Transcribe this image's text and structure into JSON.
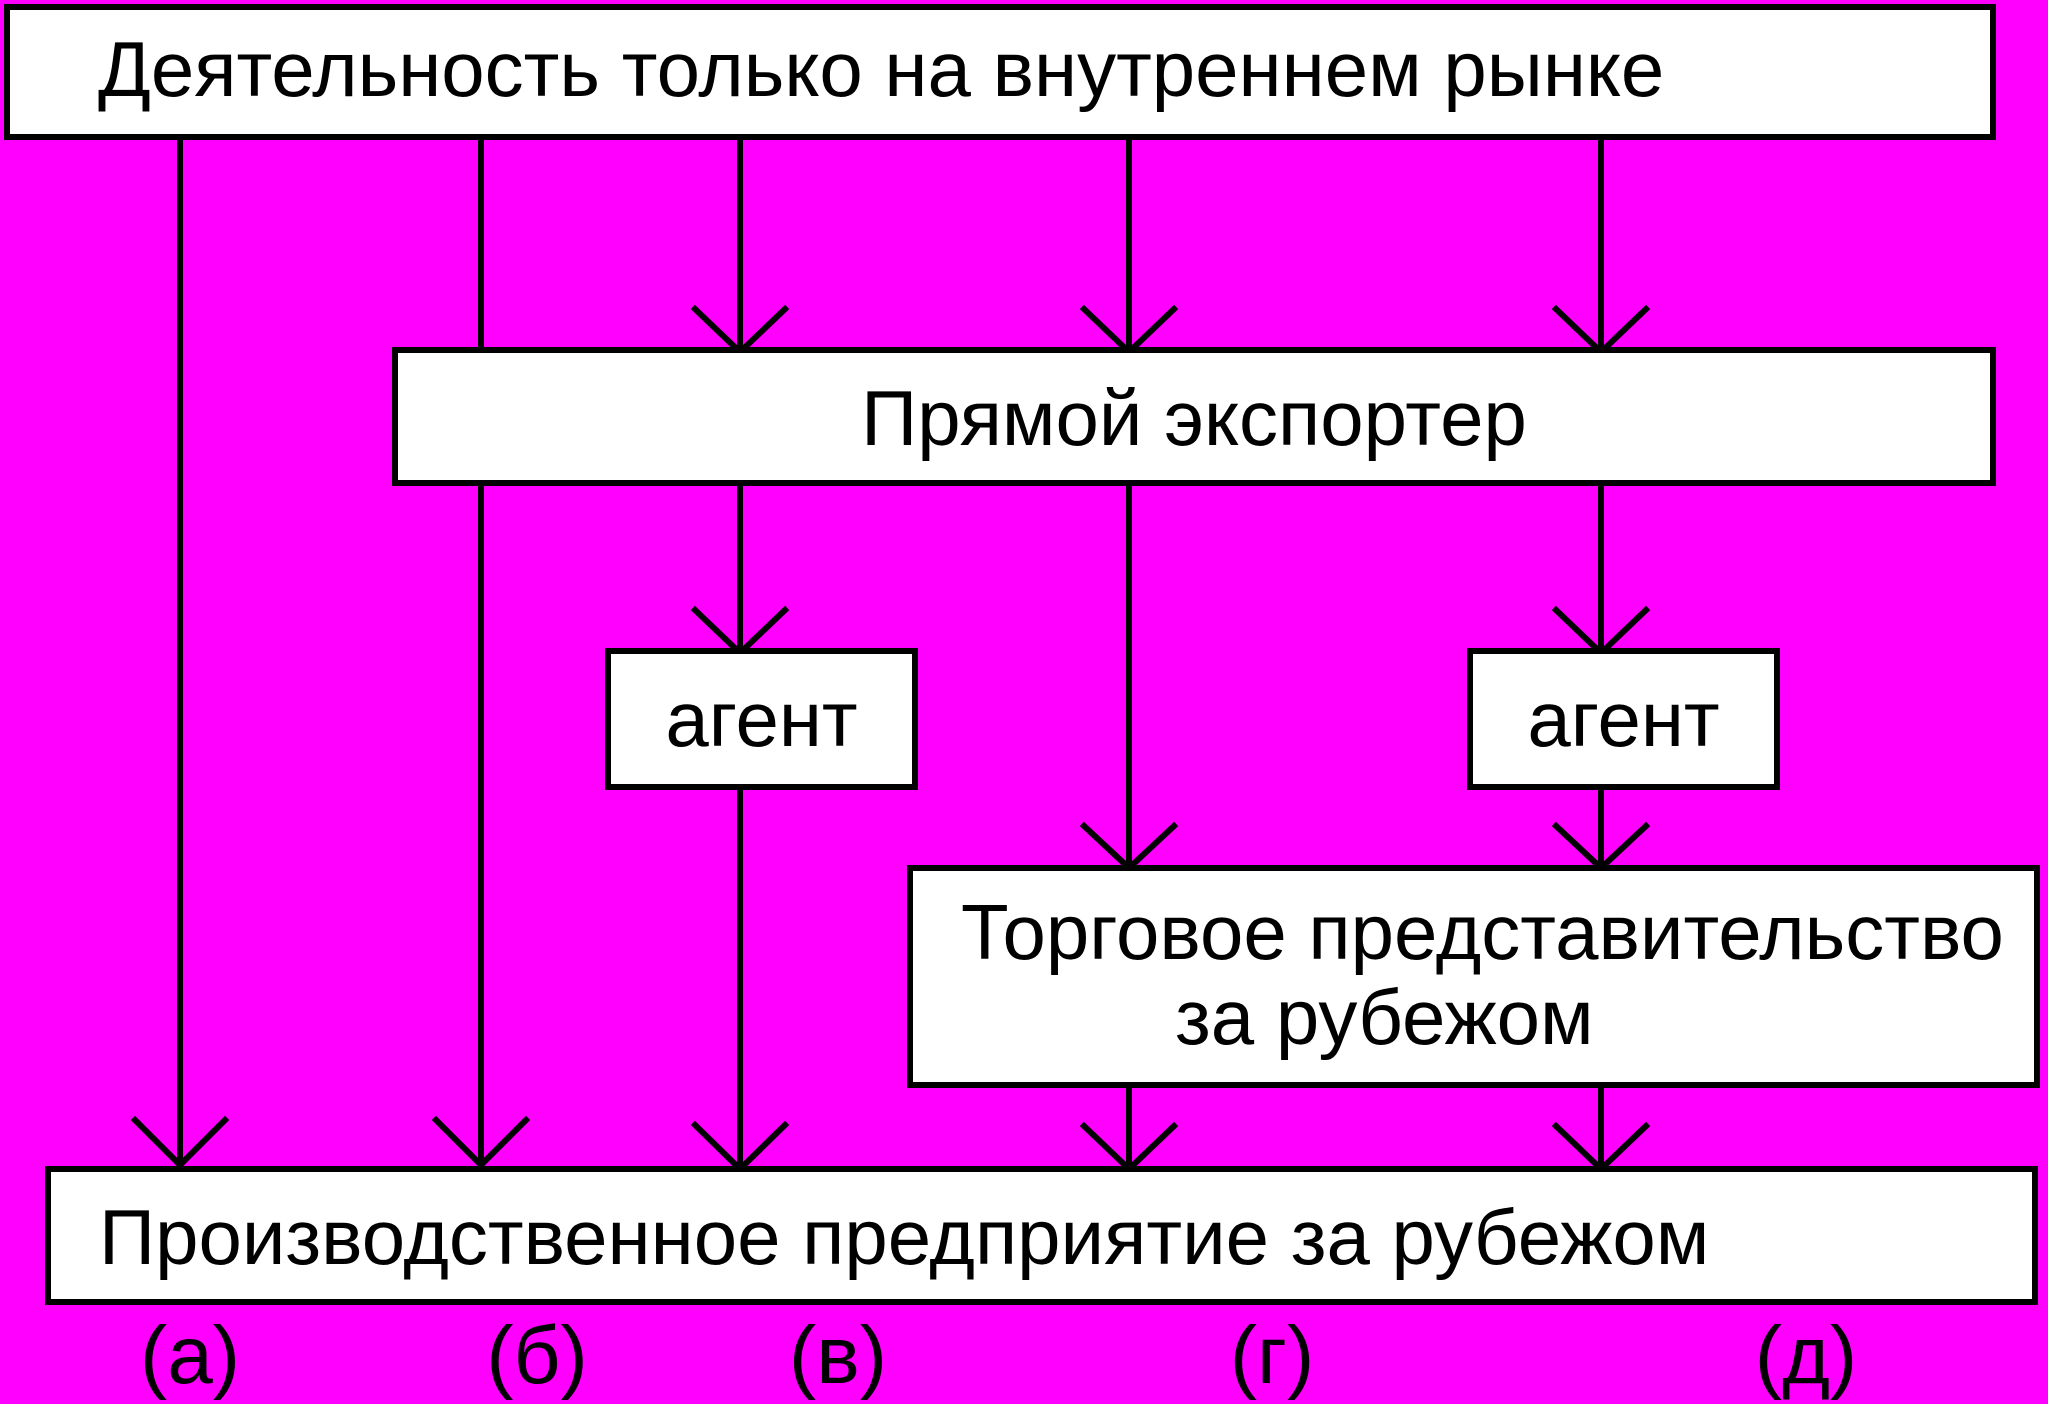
{
  "colors": {
    "background": "#FF00FF",
    "box_fill": "#FFFFFF",
    "stroke": "#000000"
  },
  "boxes": {
    "domestic": "Деятельность только на внутреннем рынке",
    "exporter": "Прямой  экспортер",
    "agent_left": "агент",
    "agent_right": "агент",
    "trade_rep_line1": "Торговое представительство",
    "trade_rep_line2": "за рубежом",
    "production": "Производственное предприятие за рубежом"
  },
  "channels": [
    "(а)",
    "(б)",
    "(в)",
    "(г)",
    "(д)"
  ]
}
